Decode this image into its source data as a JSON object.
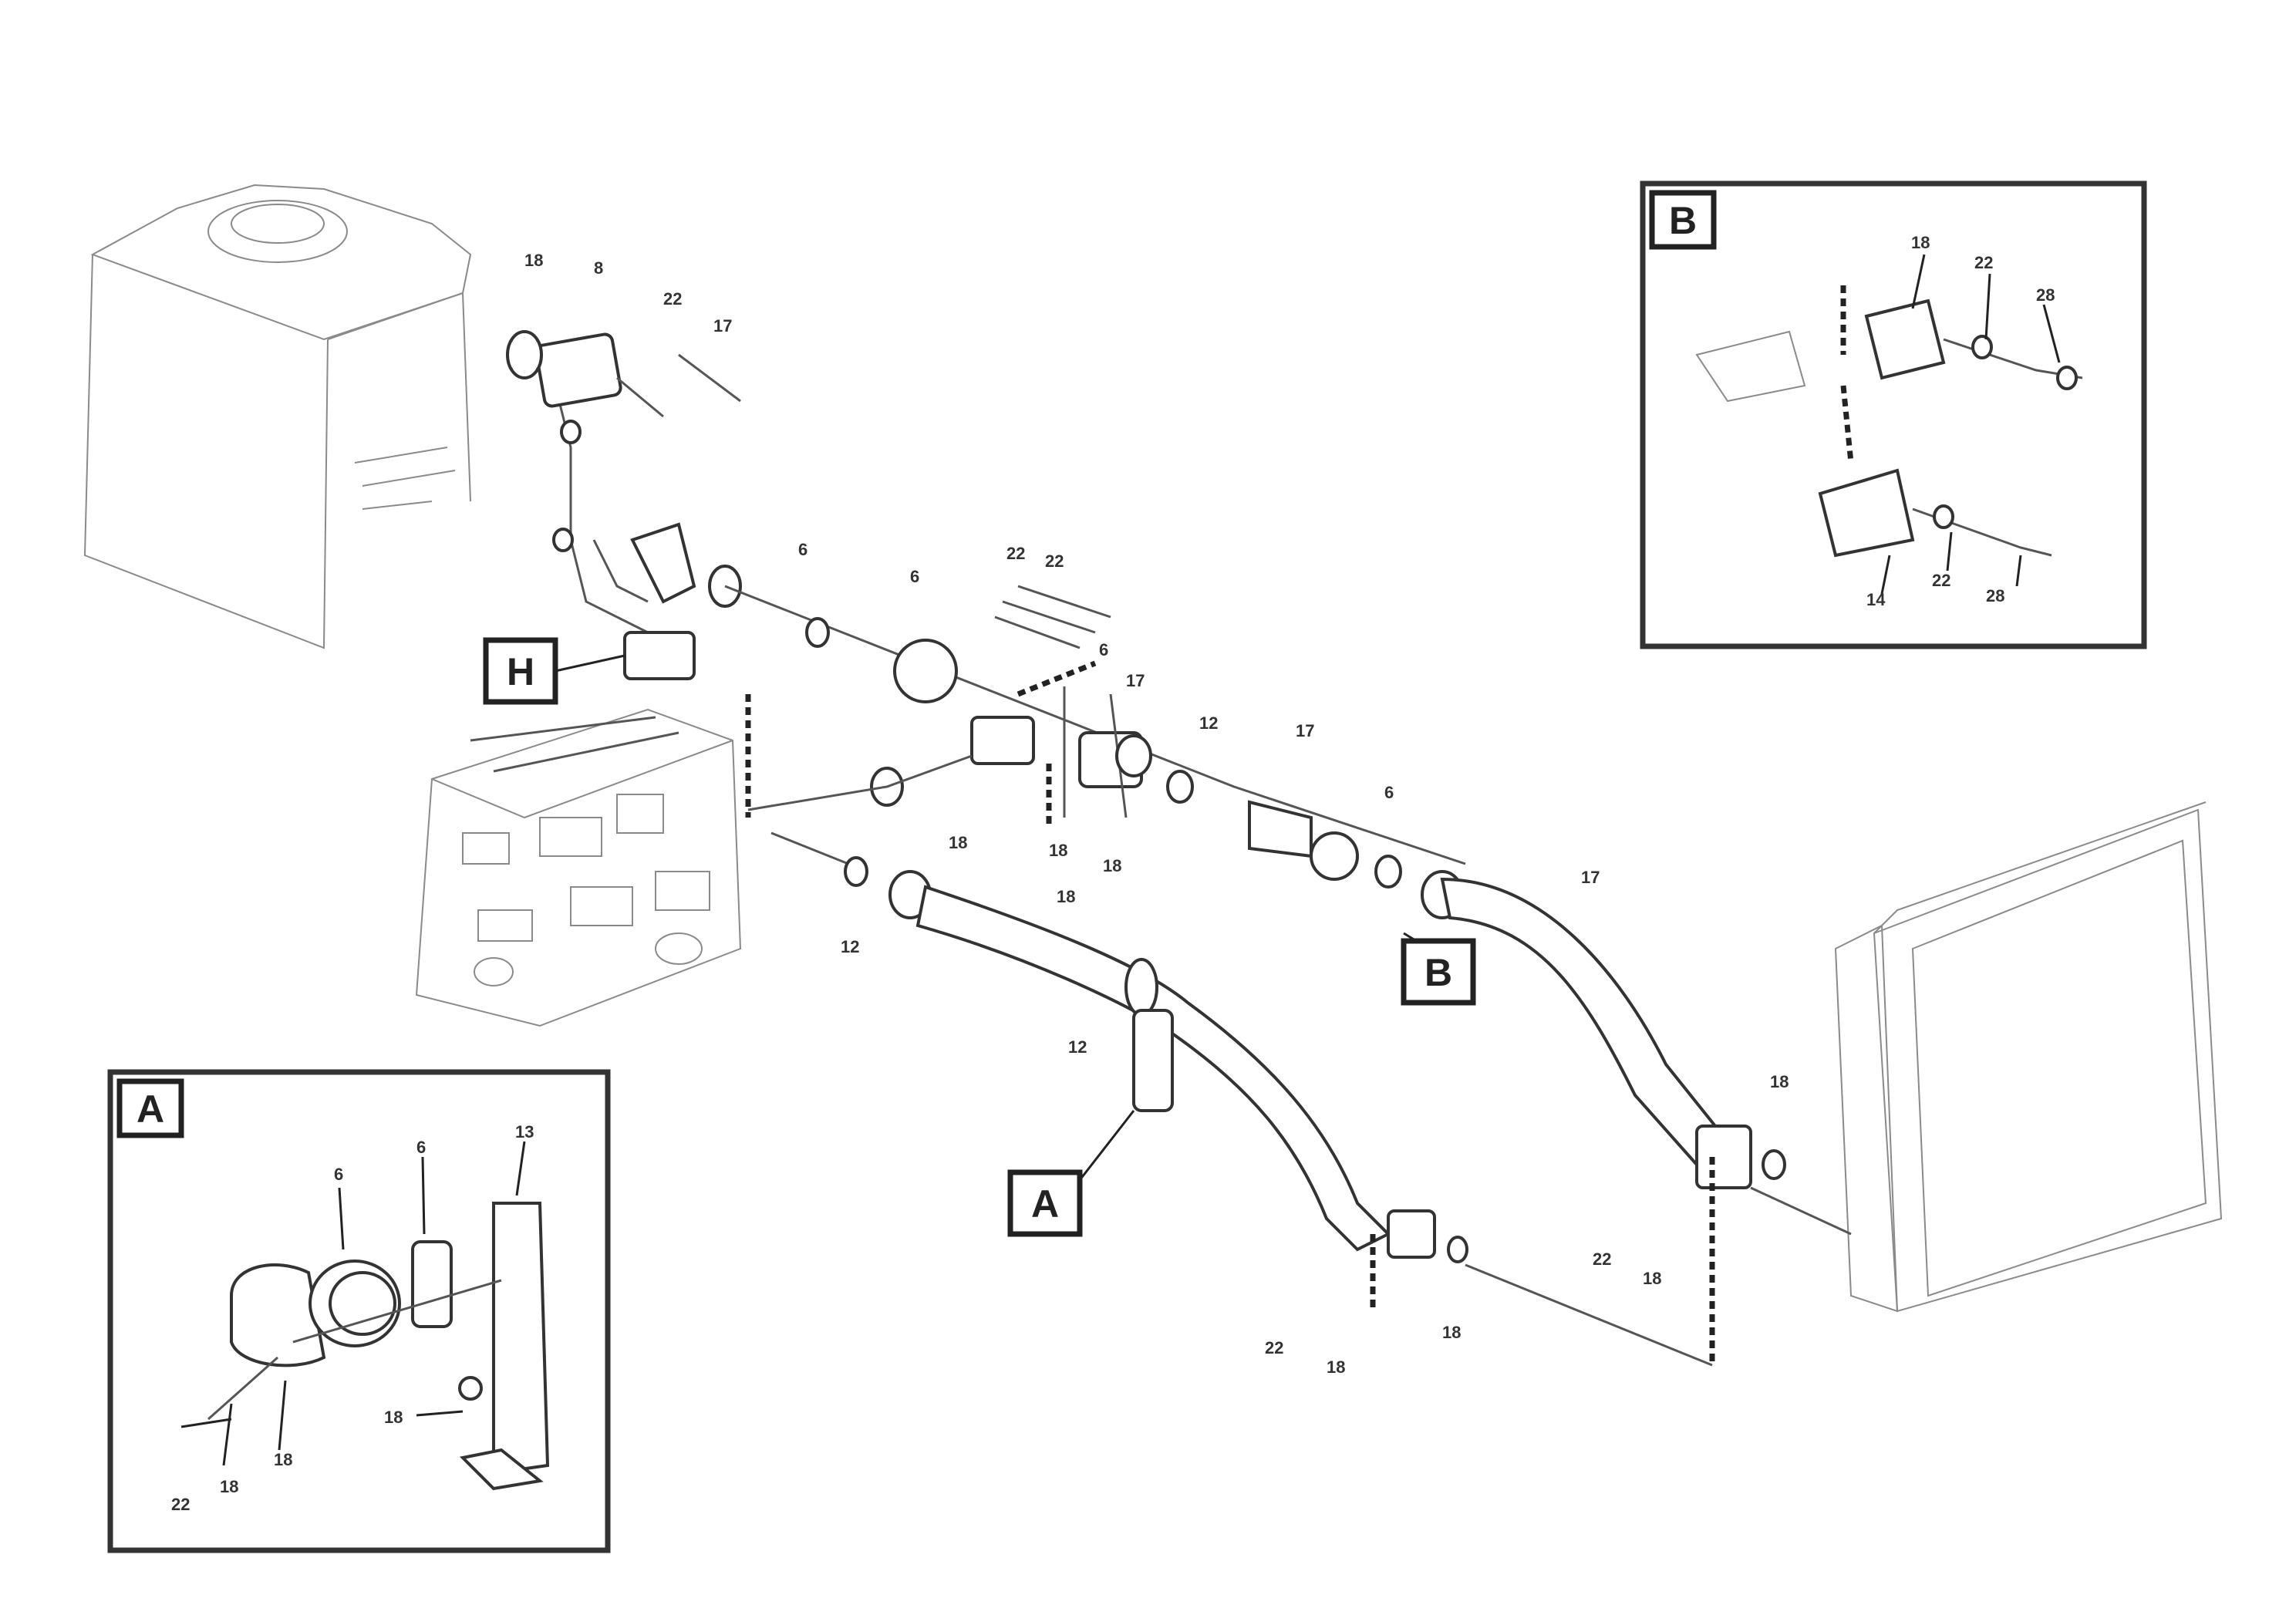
{
  "callouts": {
    "a_main": "A",
    "b_main": "B",
    "h_main": "H",
    "a_inset": "A",
    "b_inset": "B"
  },
  "main_labels": [
    "18",
    "8",
    "22",
    "17",
    "6",
    "6",
    "22",
    "22",
    "6",
    "17",
    "12",
    "17",
    "6",
    "17",
    "18",
    "18",
    "18",
    "18",
    "12",
    "12",
    "22",
    "18",
    "22",
    "18",
    "18",
    "18"
  ],
  "inset_a_labels": [
    "6",
    "6",
    "13",
    "18",
    "22",
    "18",
    "18"
  ],
  "inset_b_labels": [
    "18",
    "22",
    "28",
    "14",
    "22",
    "28"
  ],
  "reference": {
    "line1": "",
    "line2": "",
    "code": ""
  }
}
